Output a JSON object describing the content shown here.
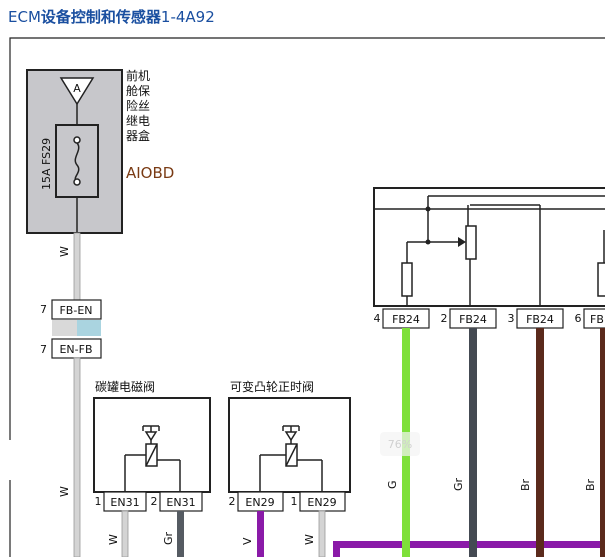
{
  "title": {
    "code": "ECM",
    "cn": "设备控制和传感器",
    "suffix": "1-4A92"
  },
  "colors": {
    "title": "#1a4fa0",
    "fuse_box": "#c7c7cb",
    "wire_white": "#c8c8c8",
    "wire_green": "#7ee03a",
    "wire_gray": "#444a52",
    "wire_brown": "#5b2a1c",
    "wire_violet": "#8a1aa8",
    "aiobd": "#7a3b14",
    "connector_tint": "#aad4e0"
  },
  "fuse_box": {
    "terminal": "A",
    "fuse_label": "15A FS29",
    "name_lines": [
      "前机",
      "舱保",
      "险丝",
      "继电",
      "器盒"
    ],
    "tag": "AIOBD",
    "wire_color_label": "W"
  },
  "inline_connector": {
    "upper": {
      "pin": "7",
      "code": "FB-EN"
    },
    "lower": {
      "pin": "7",
      "code": "EN-FB"
    },
    "wire_color_label": "W"
  },
  "canister_valve": {
    "title": "碳罐电磁阀",
    "pins": [
      {
        "pin": "1",
        "code": "EN31"
      },
      {
        "pin": "2",
        "code": "EN31"
      }
    ],
    "wire_labels": [
      "W",
      "Gr"
    ]
  },
  "vvt_valve": {
    "title": "可变凸轮正时阀",
    "pins": [
      {
        "pin": "2",
        "code": "EN29"
      },
      {
        "pin": "1",
        "code": "EN29"
      }
    ],
    "wire_labels": [
      "V",
      "W"
    ]
  },
  "sensor": {
    "pins": [
      {
        "pin": "4",
        "code": "FB24"
      },
      {
        "pin": "2",
        "code": "FB24"
      },
      {
        "pin": "3",
        "code": "FB24"
      },
      {
        "pin": "6",
        "code": "FB"
      }
    ],
    "wire_labels": [
      "G",
      "Gr",
      "Br",
      "Br"
    ]
  },
  "watermark": "76%"
}
